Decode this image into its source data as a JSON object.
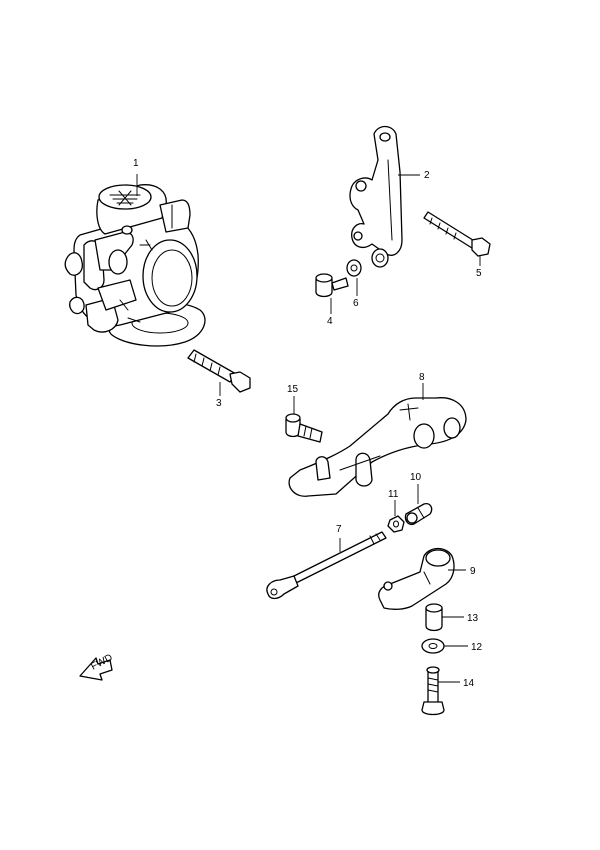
{
  "callouts": [
    {
      "id": "1",
      "label": "1"
    },
    {
      "id": "2",
      "label": "2"
    },
    {
      "id": "3",
      "label": "3"
    },
    {
      "id": "4",
      "label": "4"
    },
    {
      "id": "5",
      "label": "5"
    },
    {
      "id": "6",
      "label": "6"
    },
    {
      "id": "7",
      "label": "7"
    },
    {
      "id": "8",
      "label": "8"
    },
    {
      "id": "9",
      "label": "9"
    },
    {
      "id": "10",
      "label": "10"
    },
    {
      "id": "11",
      "label": "11"
    },
    {
      "id": "12",
      "label": "12"
    },
    {
      "id": "13",
      "label": "13"
    },
    {
      "id": "14",
      "label": "14"
    },
    {
      "id": "15",
      "label": "15"
    }
  ],
  "direction_marker": {
    "label": "FWD",
    "icon": "fwd-arrow-icon"
  },
  "colors": {
    "line": "#000000",
    "background": "#ffffff"
  }
}
